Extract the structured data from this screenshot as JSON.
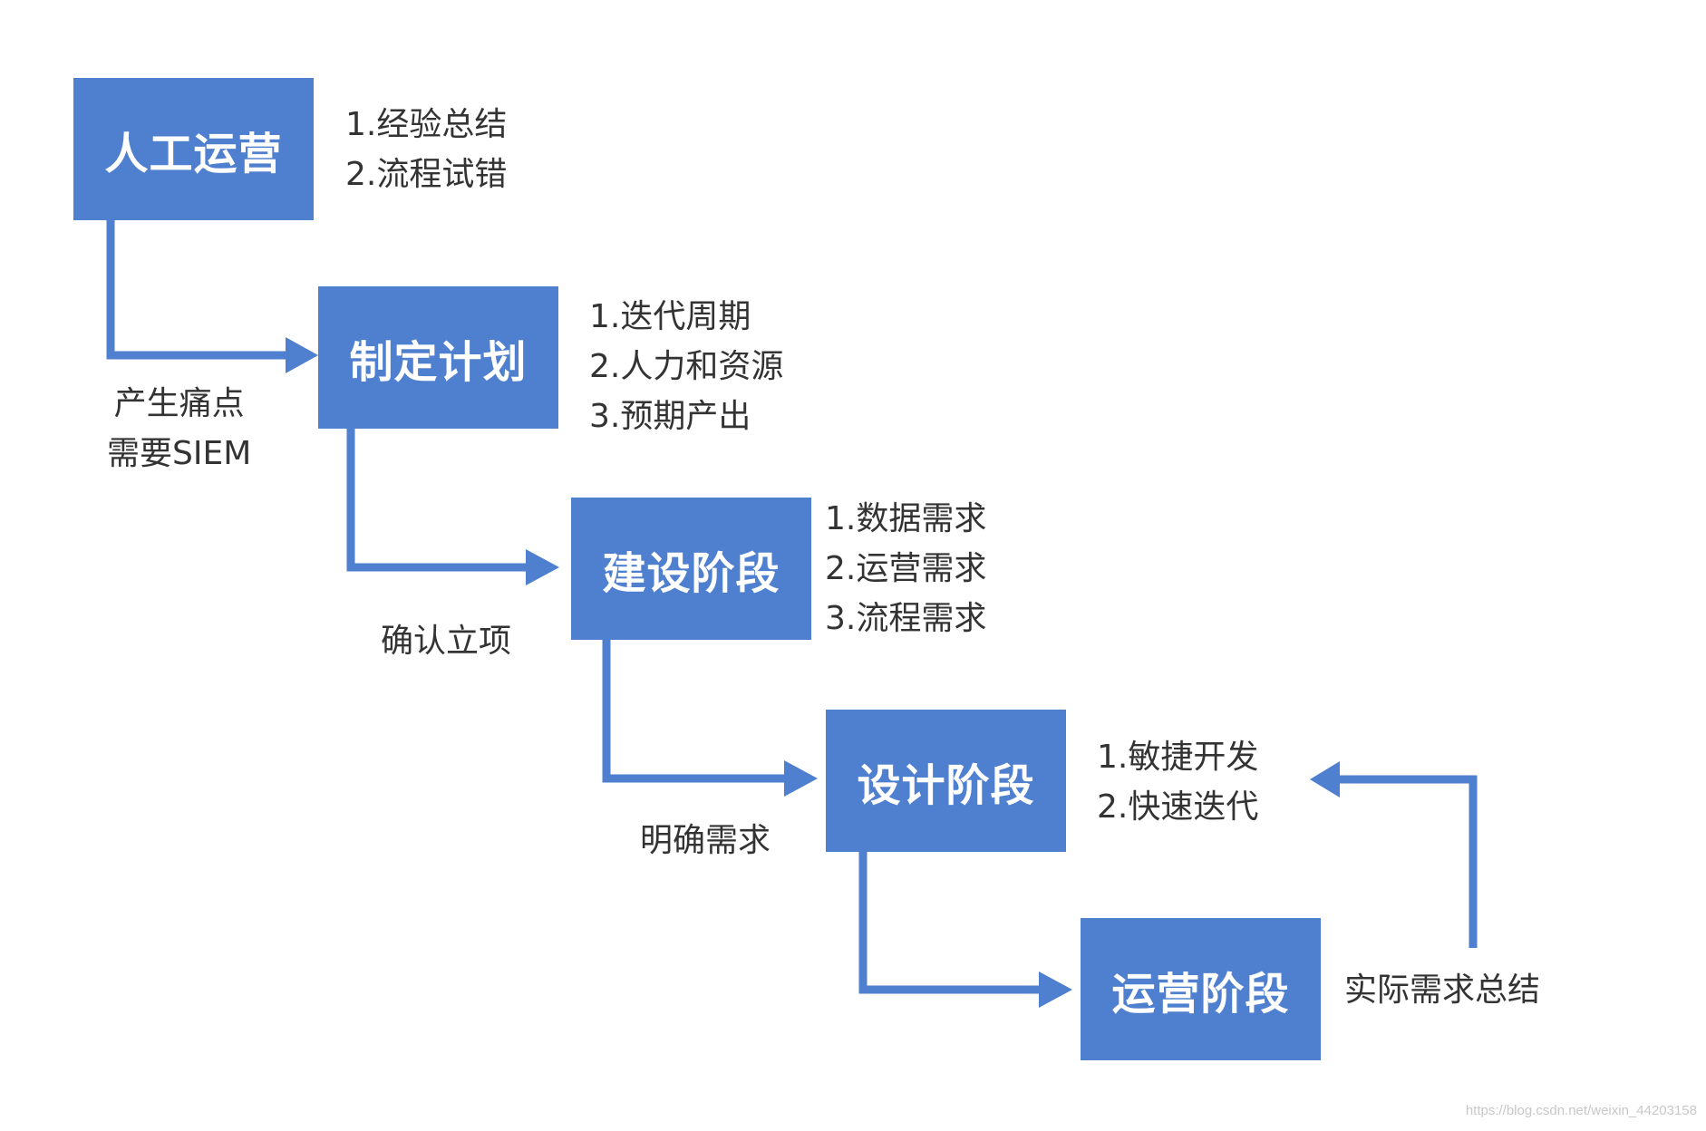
{
  "stages": [
    {
      "label": "人工运营",
      "notes": [
        "1.经验总结",
        "2.流程试错"
      ]
    },
    {
      "label": "制定计划",
      "notes": [
        "1.迭代周期",
        "2.人力和资源",
        "3.预期产出"
      ]
    },
    {
      "label": "建设阶段",
      "notes": [
        "1.数据需求",
        "2.运营需求",
        "3.流程需求"
      ]
    },
    {
      "label": "设计阶段",
      "notes": [
        "1.敏捷开发",
        "2.快速迭代"
      ]
    },
    {
      "label": "运营阶段",
      "notes": []
    }
  ],
  "edge_labels": {
    "stage1_to_stage2": [
      "产生痛点",
      "需要SIEM"
    ],
    "stage2_to_stage3": [
      "确认立项"
    ],
    "stage3_to_stage4": [
      "明确需求"
    ],
    "stage5_to_stage4": [
      "实际需求总结"
    ]
  },
  "watermark": "https://blog.csdn.net/weixin_44203158",
  "colors": {
    "box_fill": "#4f7fcf",
    "box_text": "#ffffff",
    "connector": "#4f7fcf",
    "label_text": "#333333"
  }
}
